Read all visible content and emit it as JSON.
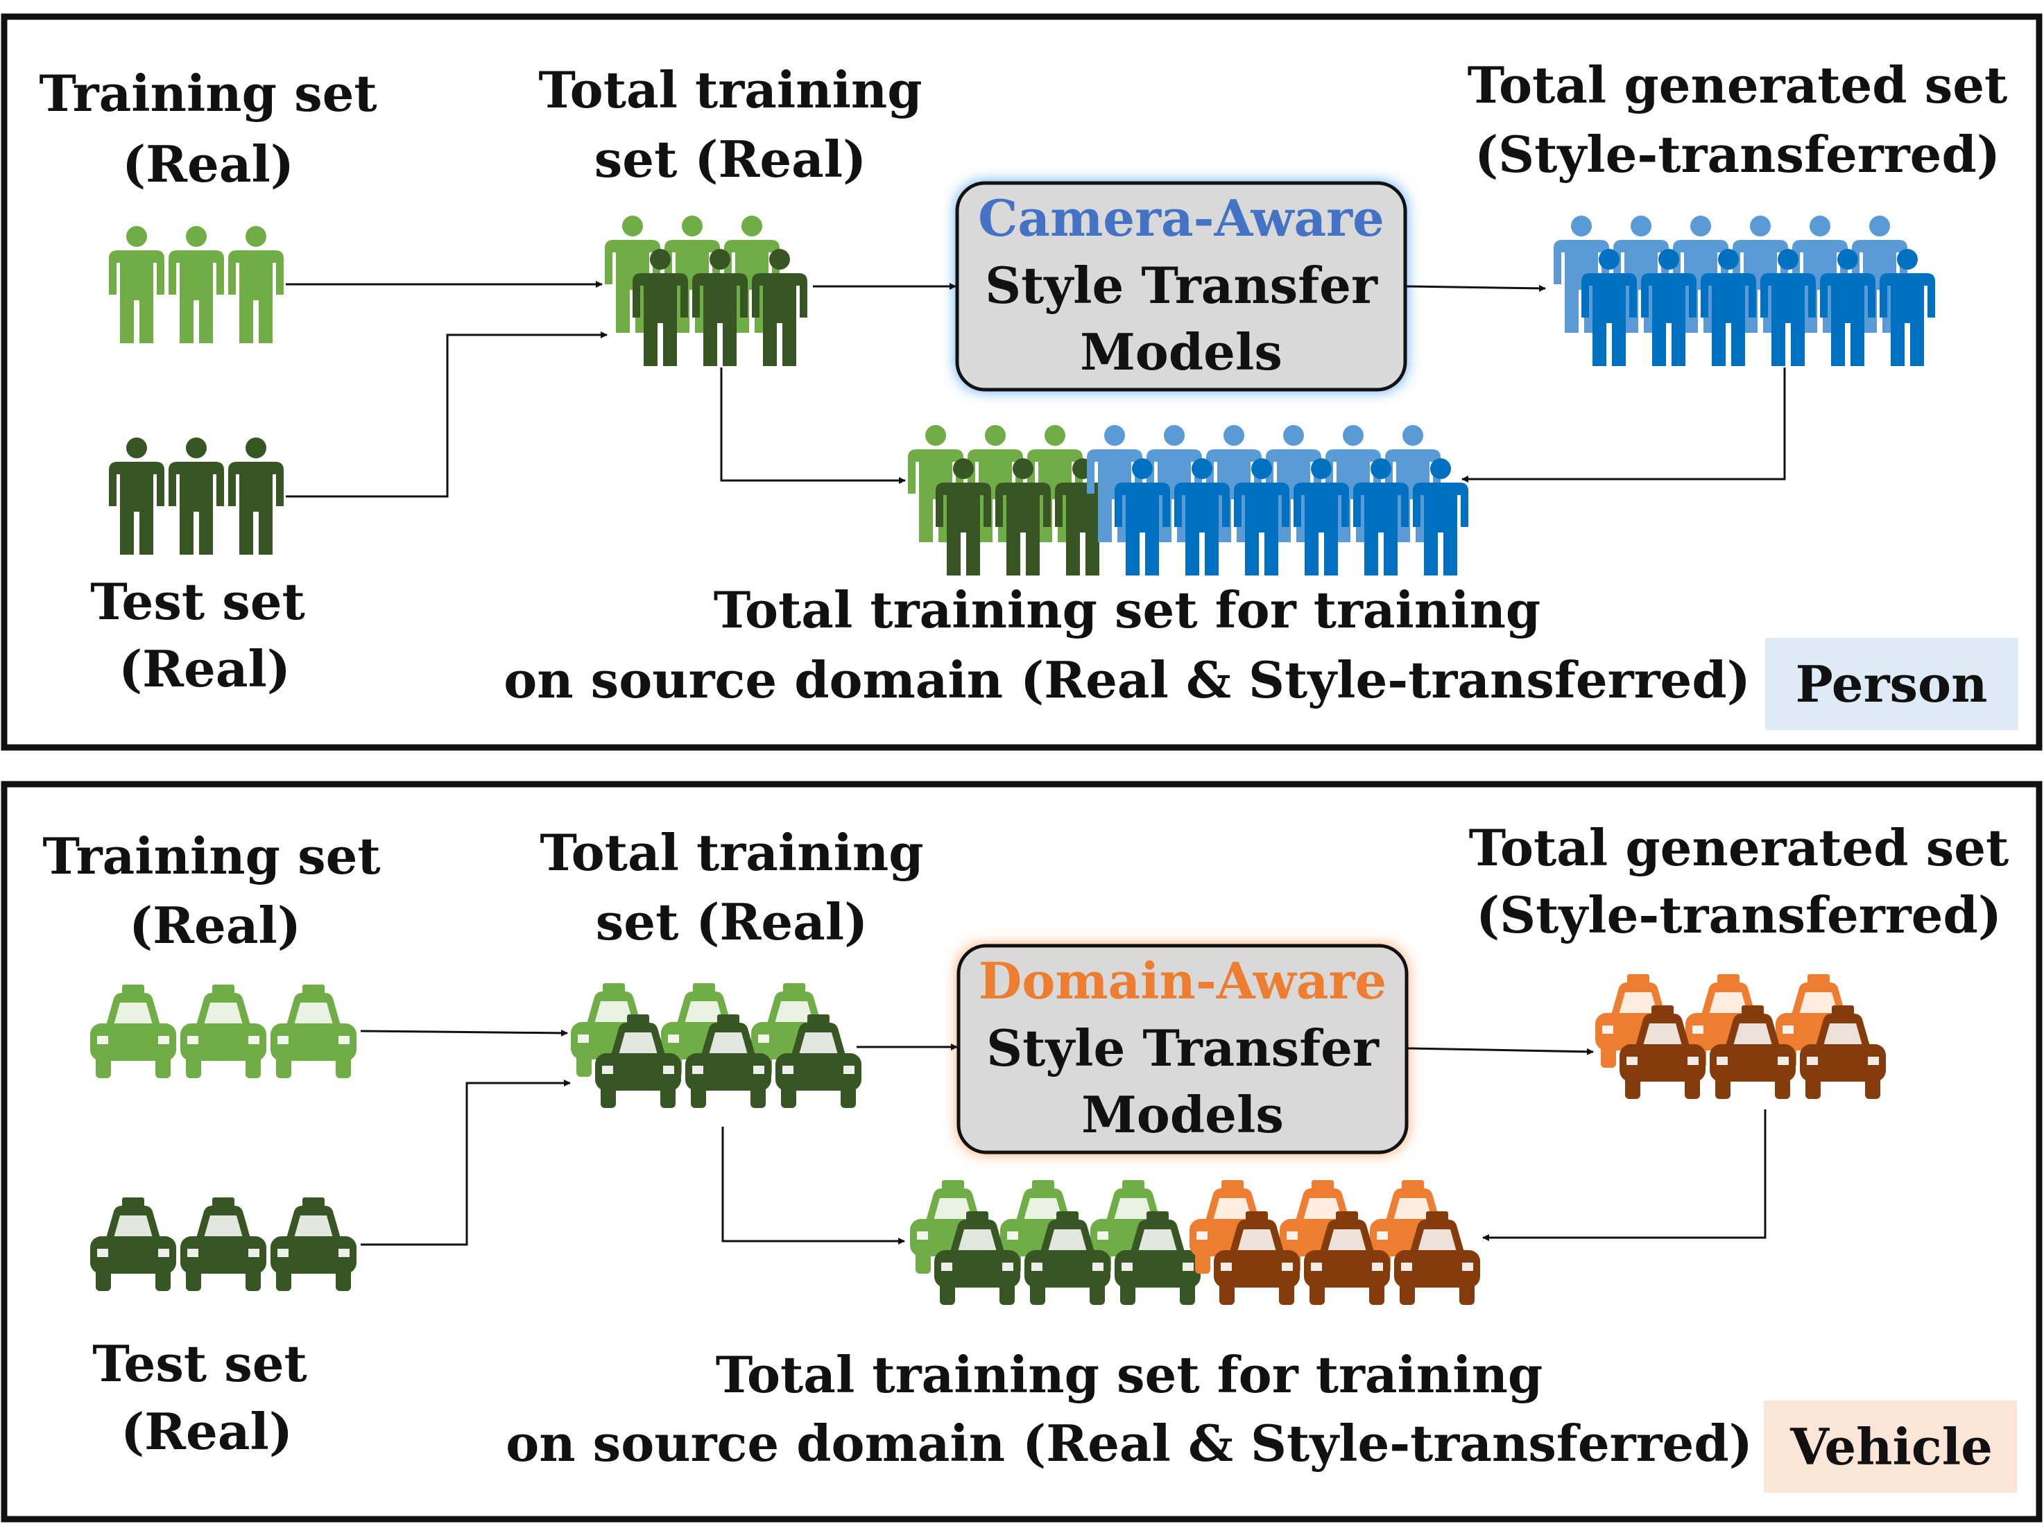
{
  "colors": {
    "real_train": "#70ad47",
    "real_test": "#375623",
    "person_gen_light": "#5b9bd5",
    "person_gen_dark": "#0070c0",
    "vehicle_gen_light": "#ed7d31",
    "vehicle_gen_dark": "#843c0c",
    "person_accent": "#4472c4",
    "vehicle_accent": "#ed7d31",
    "person_tag_bg": "#deebf7",
    "vehicle_tag_bg": "#fbe5d6",
    "model_box_bg": "#d9d9d9"
  },
  "panels": [
    {
      "id": "person",
      "icon": "person-icon",
      "training_set": [
        "Training set",
        "(Real)"
      ],
      "test_set": [
        "Test set",
        "(Real)"
      ],
      "total_training": [
        "Total training",
        "set (Real)"
      ],
      "model": {
        "accent": "Camera-Aware",
        "line2": "Style Transfer",
        "line3": "Models"
      },
      "generated": [
        "Total generated set",
        "(Style-transferred)"
      ],
      "combined": [
        "Total training set for training",
        "on source domain (Real & Style-transferred)"
      ],
      "tag": "Person"
    },
    {
      "id": "vehicle",
      "icon": "car-icon",
      "training_set": [
        "Training set",
        "(Real)"
      ],
      "test_set": [
        "Test set",
        "(Real)"
      ],
      "total_training": [
        "Total training",
        "set (Real)"
      ],
      "model": {
        "accent": "Domain-Aware",
        "line2": "Style Transfer",
        "line3": "Models"
      },
      "generated": [
        "Total generated set",
        "(Style-transferred)"
      ],
      "combined": [
        "Total training set for training",
        "on source domain (Real & Style-transferred)"
      ],
      "tag": "Vehicle"
    }
  ]
}
